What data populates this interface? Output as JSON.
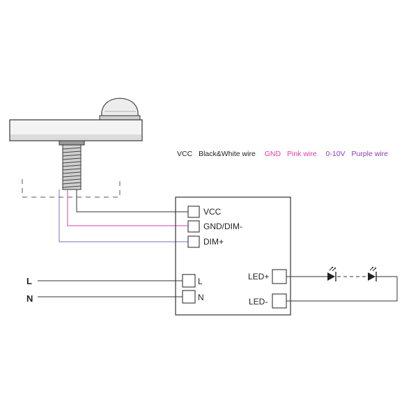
{
  "legend": {
    "vcc_label": "VCC",
    "vcc_wire": "Black&White wire",
    "gnd_label": "GND",
    "gnd_wire": "Pink wire",
    "dim_label": "0-10V",
    "dim_wire": "Purple wire"
  },
  "driver": {
    "terminals_in": [
      "VCC",
      "GND/DIM-",
      "DIM+"
    ],
    "terminals_mains": [
      "L",
      "N"
    ],
    "terminals_out": [
      "LED+",
      "LED-"
    ]
  },
  "mains": {
    "line_label": "L",
    "neutral_label": "N"
  },
  "colors": {
    "vcc_wire": "#333333",
    "gnd_wire": "#d63fa8",
    "dim_wire": "#7b6fb8",
    "gnd_text": "#e03aa8",
    "dim_text": "#8a3ab8",
    "outline": "#333333"
  }
}
